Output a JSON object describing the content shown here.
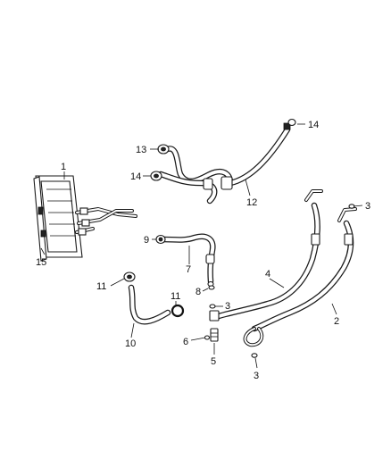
{
  "diagram": {
    "callouts": [
      {
        "id": "c1",
        "label": "1"
      },
      {
        "id": "c2",
        "label": "2"
      },
      {
        "id": "c3a",
        "label": "3"
      },
      {
        "id": "c3b",
        "label": "3"
      },
      {
        "id": "c3c",
        "label": "3"
      },
      {
        "id": "c4",
        "label": "4"
      },
      {
        "id": "c5",
        "label": "5"
      },
      {
        "id": "c6",
        "label": "6"
      },
      {
        "id": "c7",
        "label": "7"
      },
      {
        "id": "c8",
        "label": "8"
      },
      {
        "id": "c9",
        "label": "9"
      },
      {
        "id": "c10",
        "label": "10"
      },
      {
        "id": "c11a",
        "label": "11"
      },
      {
        "id": "c11b",
        "label": "11"
      },
      {
        "id": "c12",
        "label": "12"
      },
      {
        "id": "c13",
        "label": "13"
      },
      {
        "id": "c14a",
        "label": "14"
      },
      {
        "id": "c14b",
        "label": "14"
      },
      {
        "id": "c15",
        "label": "15"
      }
    ]
  }
}
